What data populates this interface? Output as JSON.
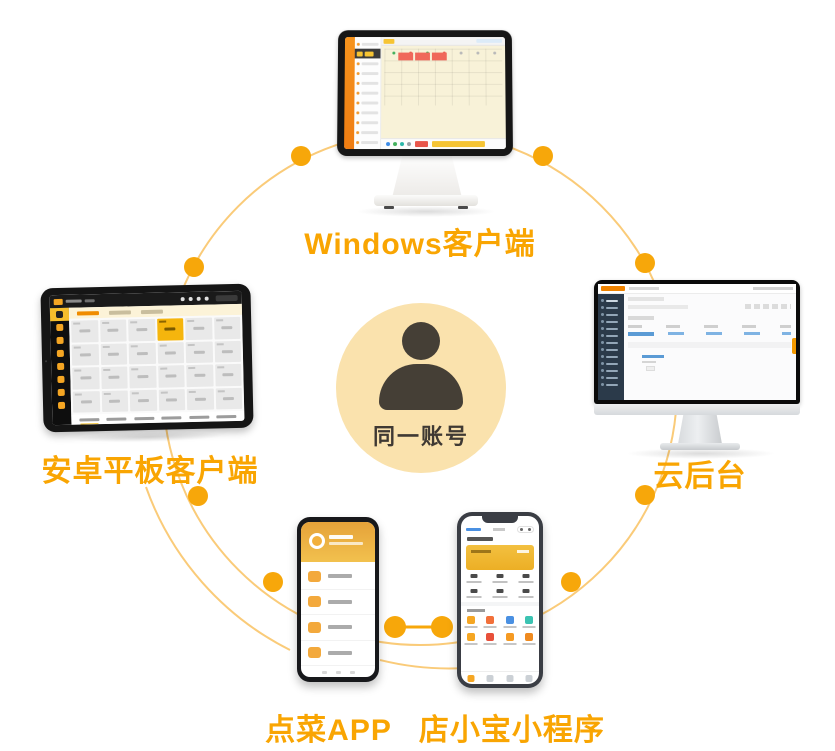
{
  "captions": {
    "windows_client": "Windows客户端",
    "android_tablet": "安卓平板客户端",
    "cloud_backend": "云后台",
    "ordering_app": "点菜APP",
    "mini_program": "店小宝小程序"
  },
  "center_badge": {
    "label": "同一账号",
    "icon": "person-icon"
  },
  "colors": {
    "accent_orange": "#F9A502",
    "connector_ring": "#FACB79",
    "connector_dot": "#F7A70A",
    "center_circle_bg": "#FAE2AD",
    "center_icon_dark": "#453F36",
    "tablet_highlight_cell": "#F5B50D",
    "pos_sidebar_orange": "#F6931C",
    "phone_header_gold": "#E5A239",
    "admin_sidebar_navy": "#2B3A4A",
    "link_blue": "#5B9BD5",
    "busy_table_red": "#F0685A"
  }
}
